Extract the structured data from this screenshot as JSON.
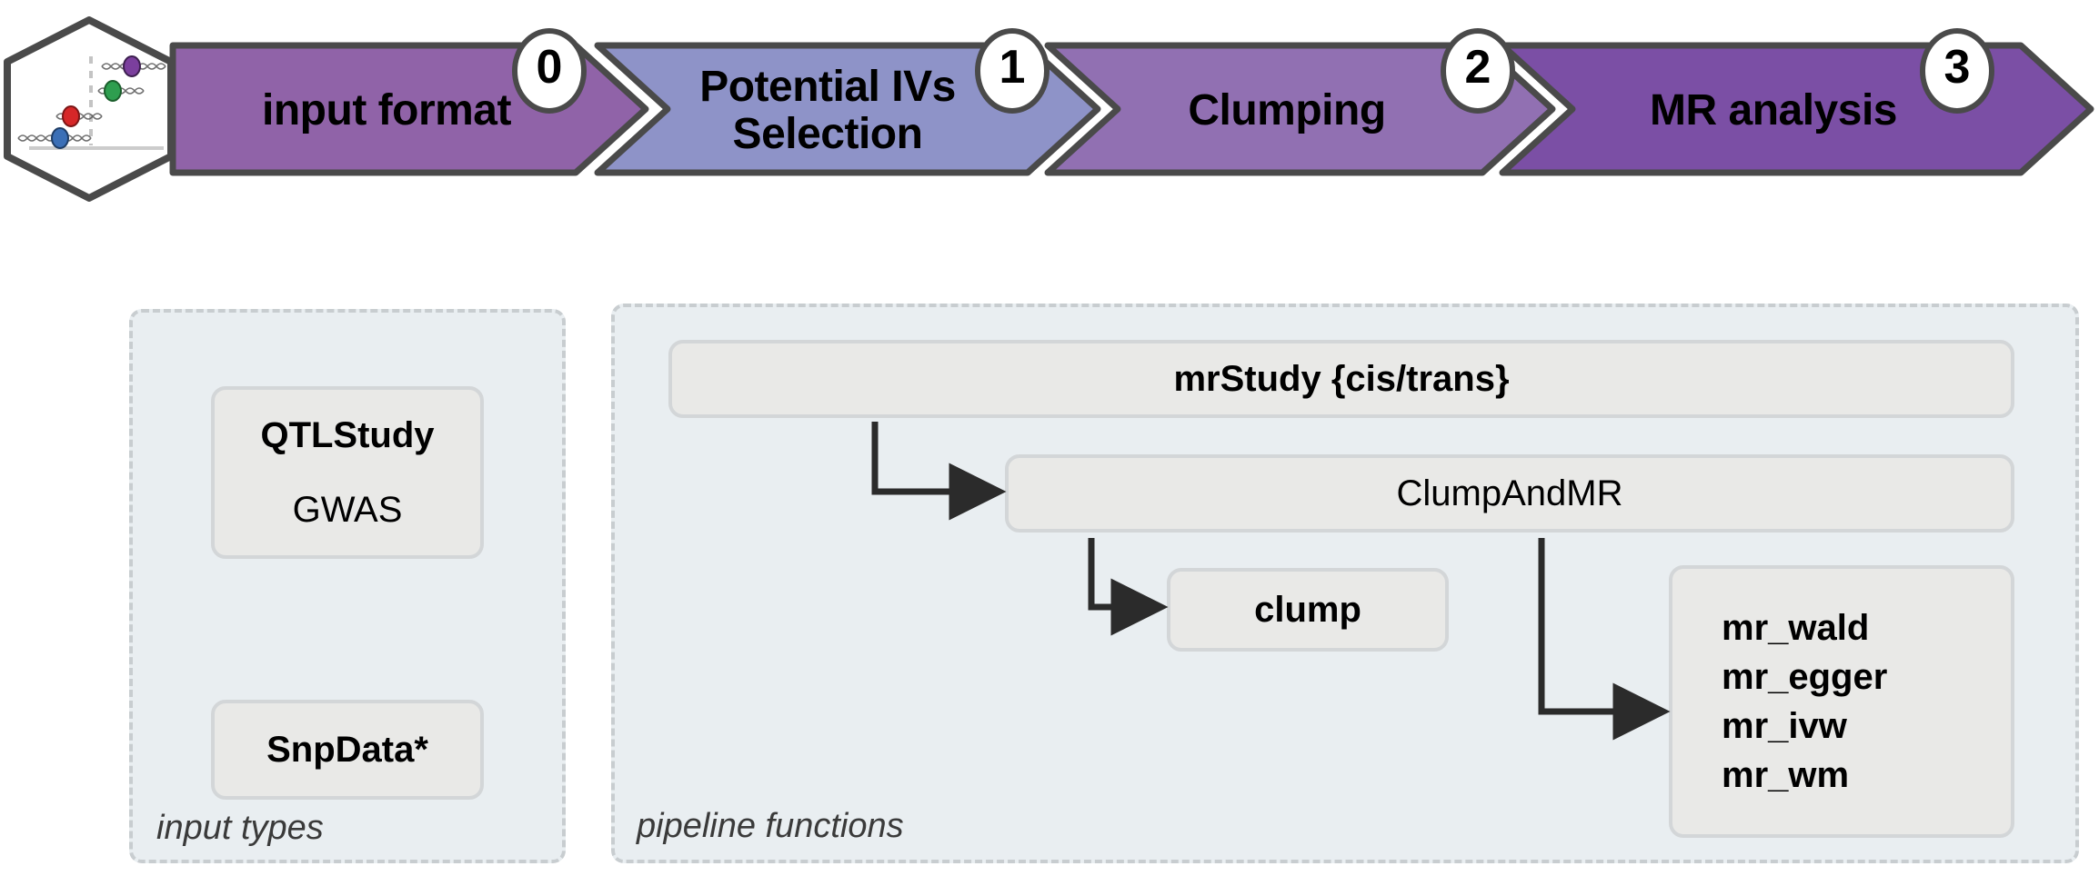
{
  "pipeline": {
    "logo": {
      "name": "gwas-locus-hexagon-logo",
      "markers": [
        {
          "color": "#7b3f9d",
          "label": "purple-snp-marker"
        },
        {
          "color": "#2e9e4f",
          "label": "green-snp-marker"
        },
        {
          "color": "#d62728",
          "label": "red-snp-marker"
        },
        {
          "color": "#3b6fb6",
          "label": "blue-snp-marker"
        }
      ]
    },
    "steps": [
      {
        "number": "0",
        "label": "input format",
        "color": "#9063a8",
        "font_size": 48
      },
      {
        "number": "1",
        "label": "Potential IVs\nSelection",
        "color": "#8e93c8",
        "font_size": 48
      },
      {
        "number": "2",
        "label": "Clumping",
        "color": "#9170b2",
        "font_size": 48
      },
      {
        "number": "3",
        "label": "MR analysis",
        "color": "#7b4fa5",
        "font_size": 48
      }
    ]
  },
  "input_types_panel": {
    "caption": "input types",
    "boxes": [
      {
        "name": "qtlstudy-gwas-box",
        "lines": [
          "QTLStudy",
          "GWAS"
        ]
      },
      {
        "name": "snpdata-box",
        "lines": [
          "SnpData*"
        ]
      }
    ]
  },
  "pipeline_functions_panel": {
    "caption": "pipeline functions",
    "boxes": [
      {
        "name": "mrstudy-box",
        "label": "mrStudy {cis/trans}"
      },
      {
        "name": "clumpandmr-box",
        "label": "ClumpAndMR"
      },
      {
        "name": "clump-box",
        "label": "clump"
      },
      {
        "name": "mr-methods-box",
        "lines": [
          "mr_wald",
          "mr_egger",
          "mr_ivw",
          "mr_wm"
        ]
      }
    ]
  },
  "colors": {
    "panel_fill": "#e9eef1",
    "panel_border": "#c8cdd0",
    "box_fill": "#e9e9e7",
    "box_border": "#d3d6d8",
    "chevron_outline": "#4a4a4a",
    "arrow": "#2b2b2b"
  }
}
